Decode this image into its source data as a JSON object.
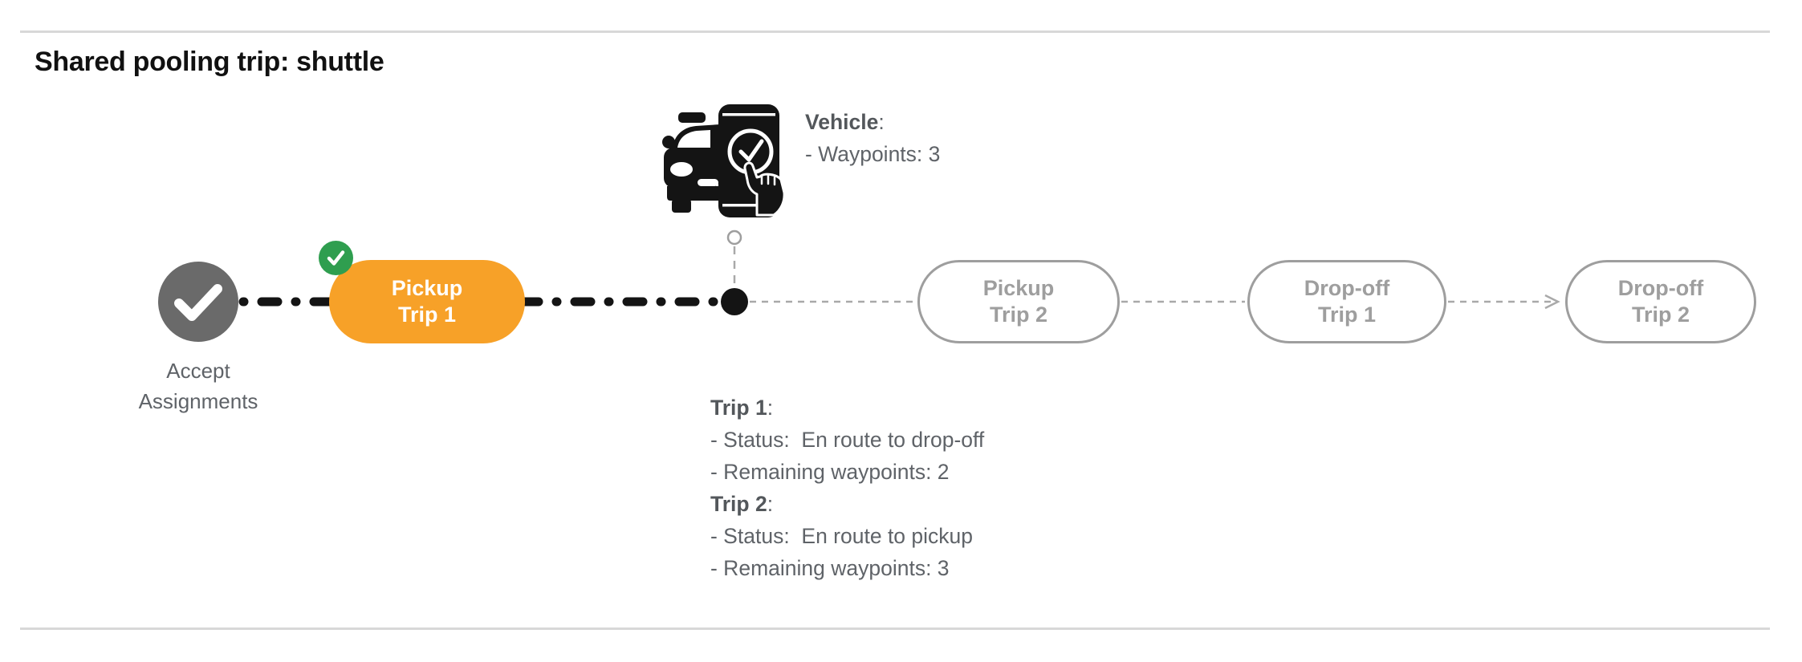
{
  "title": "Shared pooling trip: shuttle",
  "colors": {
    "active_fill": "#F7A128",
    "active_text": "#FFFFFF",
    "completed_node": "#6A6A6A",
    "completed_badge": "#2F9E4F",
    "pending_outline": "#9E9E9E",
    "completed_connector": "#141414",
    "pending_connector": "#A9A9A9",
    "label_gray": "#5F6368",
    "title_black": "#111111",
    "divider_gray": "#D8D8D8"
  },
  "stages": [
    {
      "label_lines": [
        "Accept",
        "Assignments"
      ],
      "state": "completed"
    },
    {
      "label_lines": [
        "Pickup",
        "Trip 1"
      ],
      "state": "current"
    },
    {
      "label_lines": [
        "Pickup",
        "Trip 2"
      ],
      "state": "upcoming"
    },
    {
      "label_lines": [
        "Drop-off",
        "Trip 1"
      ],
      "state": "upcoming"
    },
    {
      "label_lines": [
        "Drop-off",
        "Trip 2"
      ],
      "state": "upcoming"
    }
  ],
  "vehicle_info": {
    "title": "Vehicle",
    "colon": ":",
    "lines": [
      "- Waypoints: 3"
    ]
  },
  "trip_info": {
    "blocks": [
      {
        "title": "Trip 1",
        "colon": ":",
        "lines": [
          "- Status:  En route to drop-off",
          "- Remaining waypoints: 2"
        ]
      },
      {
        "title": "Trip 2",
        "colon": ":",
        "lines": [
          "- Status:  En route to pickup",
          "- Remaining waypoints: 3"
        ]
      }
    ]
  }
}
